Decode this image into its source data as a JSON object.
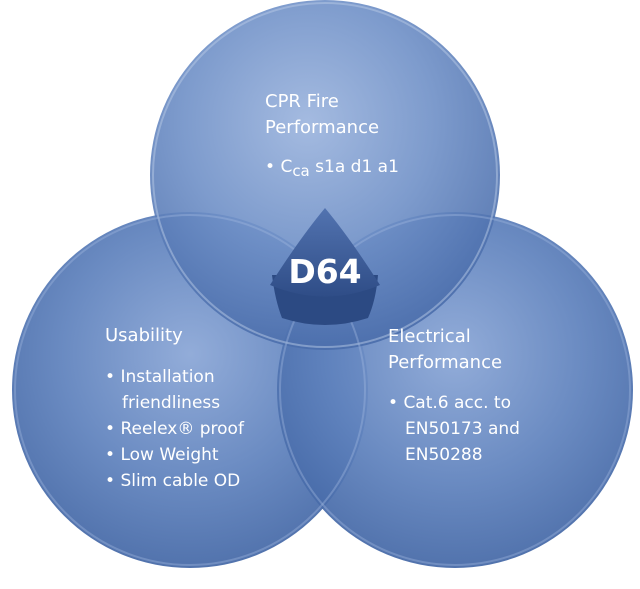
{
  "center": {
    "label": "D64"
  },
  "circles": [
    {
      "title_lines": [
        "CPR Fire",
        "Performance"
      ],
      "items": [
        {
          "main": "C",
          "sub": "ca",
          "rest": " s1a d1 a1"
        }
      ]
    },
    {
      "title_lines": [
        "Usability"
      ],
      "items": [
        {
          "lines": [
            "Installation",
            "friendliness"
          ]
        },
        {
          "lines": [
            "Reelex® proof"
          ]
        },
        {
          "lines": [
            "Low Weight"
          ]
        },
        {
          "lines": [
            "Slim cable OD"
          ]
        }
      ]
    },
    {
      "title_lines": [
        "Electrical",
        "Performance"
      ],
      "items": [
        {
          "lines": [
            "Cat.6 acc. to",
            "EN50173 and",
            "EN50288"
          ]
        }
      ]
    }
  ],
  "colors": {
    "circle_main": "#5b7eb9",
    "circle_light": "#8fa9d6",
    "circle_dark": "#3d5f9c",
    "center_shape": "#3a5a97",
    "text": "#ffffff"
  }
}
